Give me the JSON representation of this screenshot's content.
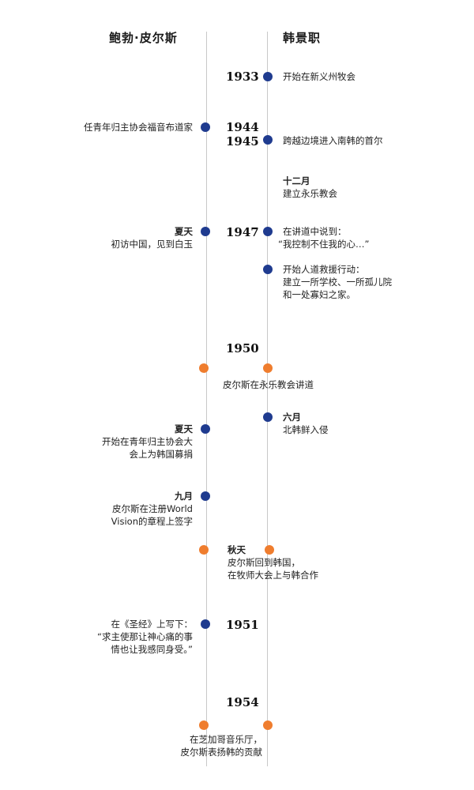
{
  "headers": {
    "left": "鲍勃·皮尔斯",
    "right": "韩景职"
  },
  "years": {
    "y1933": "1933",
    "y1944": "1944",
    "y1945": "1945",
    "y1947": "1947",
    "y1950": "1950",
    "y1951": "1951",
    "y1954": "1954"
  },
  "events": {
    "r1933": "开始在新义州牧会",
    "l1944": "任青年归主协会福音布道家",
    "r1945": "跨越边境进入南韩的首尔",
    "r_dec_label": "十二月",
    "r_dec_text": "建立永乐教会",
    "l1947_label": "夏天",
    "l1947_text": "初访中国，见到白玉",
    "r1947a_line1": "在讲道中说到：",
    "r1947a_line2": "“我控制不住我的心…”",
    "r1947b_line1": "开始人道救援行动：",
    "r1947b_line2": "建立一所学校、一所孤儿院",
    "r1947b_line3": "和一处寡妇之家。",
    "c1950": "皮尔斯在永乐教会讲道",
    "r_jun_label": "六月",
    "r_jun_text": "北韩鲜入侵",
    "l_summer_label": "夏天",
    "l_summer_line1": "开始在青年归主协会大",
    "l_summer_line2": "会上为韩国募捐",
    "l_sep_label": "九月",
    "l_sep_line1": "皮尔斯在注册World",
    "l_sep_line2": "Vision的章程上签字",
    "autumn_label": "秋天",
    "autumn_line1": "皮尔斯回到韩国，",
    "autumn_line2": "在牧师大会上与韩合作",
    "l1951_line1": "在《圣经》上写下：",
    "l1951_line2": "“求主使那让神心痛的事",
    "l1951_line3": "情也让我感同身受。”",
    "c1954_line1": "在芝加哥音乐厅，",
    "c1954_line2": "皮尔斯表扬韩的贡献"
  },
  "colors": {
    "blue": "#1f3b8f",
    "orange": "#ef7d2e",
    "line": "#c8c8c8"
  }
}
